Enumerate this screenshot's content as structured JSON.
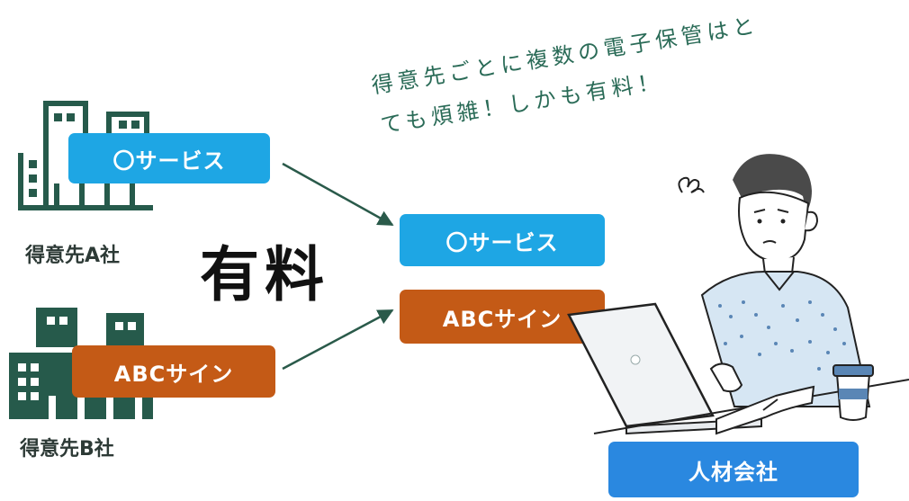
{
  "note": {
    "line1": "得意先ごとに複数の電子保管はと",
    "line2": "ても煩雑！しかも有料！"
  },
  "clients": {
    "a": {
      "label": "得意先A社",
      "service": "〇サービス"
    },
    "b": {
      "label": "得意先B社",
      "service": "ABCサイン"
    }
  },
  "fee_label": "有料",
  "center": {
    "service1": "〇サービス",
    "service2": "ABCサイン"
  },
  "staffing": {
    "label": "人材会社"
  },
  "colors": {
    "building": "#265a4b",
    "blue_pill": "#1ea6e4",
    "orange_pill": "#c45a16",
    "company_pill": "#2a88e0",
    "note_text": "#2a6b57"
  }
}
